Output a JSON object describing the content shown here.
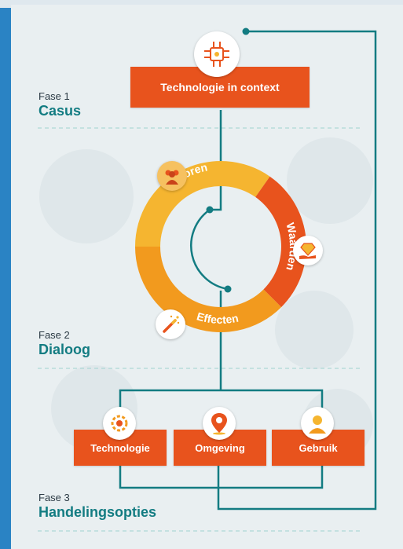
{
  "top_box": {
    "label": "Technologie in context"
  },
  "phases": [
    {
      "number": "Fase 1",
      "name": "Casus"
    },
    {
      "number": "Fase 2",
      "name": "Dialoog"
    },
    {
      "number": "Fase 3",
      "name": "Handelingsopties"
    }
  ],
  "ring": {
    "segments": [
      {
        "label": "Actoren",
        "color": "#f5b530"
      },
      {
        "label": "Waarden",
        "color": "#e8531d"
      },
      {
        "label": "Effecten",
        "color": "#f29a1e"
      }
    ]
  },
  "options": [
    {
      "label": "Technologie"
    },
    {
      "label": "Omgeving"
    },
    {
      "label": "Gebruik"
    }
  ],
  "colors": {
    "orange": "#e8531d",
    "teal": "#137c82",
    "background": "#e9eff1"
  },
  "icons": [
    "circuit-icon",
    "people-icon",
    "diamond-hand-icon",
    "magic-wand-icon",
    "gear-head-icon",
    "location-pin-icon",
    "person-icon"
  ]
}
